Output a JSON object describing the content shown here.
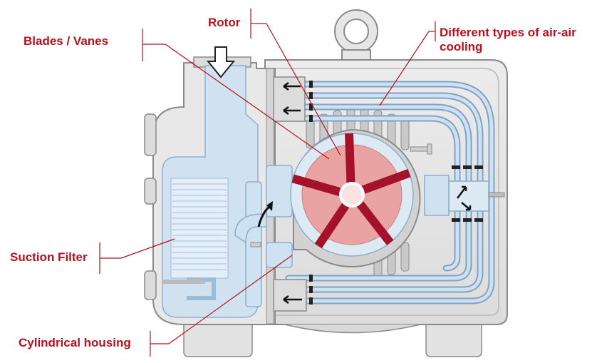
{
  "labels": {
    "rotor": "Rotor",
    "blades": "Blades / Vanes",
    "cooling": "Different types of air-air cooling",
    "suction_filter": "Suction Filter",
    "cylindrical_housing": "Cylindrical housing"
  },
  "colors": {
    "label": "#b3121e",
    "leader_line": "#b3121e",
    "body_fill": "#e4e4e4",
    "body_stroke": "#8a8a8a",
    "cooling_pipe": "#a9c7e3",
    "rotor_fill": "#e9a3a3",
    "vane_fill": "#a3122a",
    "filter_fill": "#c9dff0",
    "arrow": "#111111"
  },
  "icons": {
    "inlet": "down-arrow-icon",
    "flow": "black-arrow-icon"
  }
}
